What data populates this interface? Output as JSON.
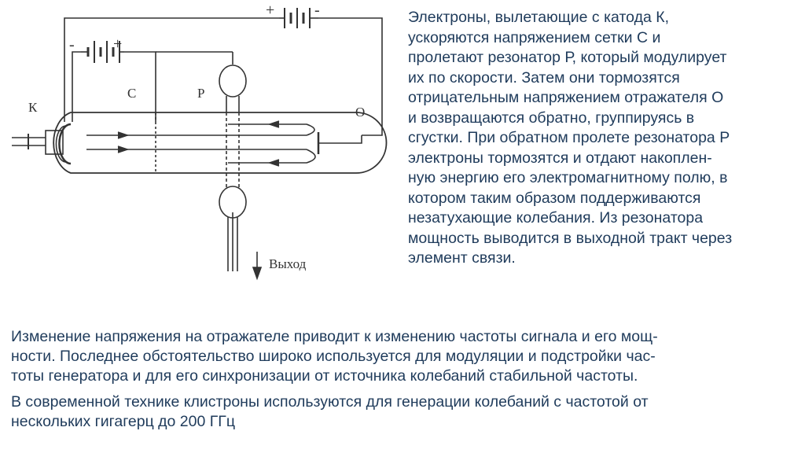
{
  "diagram": {
    "labels": {
      "cathode": "К",
      "grid": "С",
      "resonator": "Р",
      "reflector": "О",
      "output": "Выход"
    },
    "battery_top_signs": {
      "plus": "+",
      "minus": "-"
    },
    "battery_left_signs": {
      "minus": "-",
      "plus": "+"
    }
  },
  "right_text": {
    "lines": [
      "Электроны, вылетающие с катода К,",
      "ускоряются напряжением сетки С и",
      "пролетают резонатор Р, который модулирует",
      "их по скорости. Затем они тормозятся",
      "отрицательным напряжением отражателя О",
      "и возвращаются обратно, группируясь в",
      "сгустки. При обратном пролете резонатора Р",
      "электроны тормозятся и отдают накоплен-",
      "ную энергию его электромагнитному полю, в",
      "котором таким образом поддерживаются",
      "незатухающие колебания. Из резонатора",
      "мощность выводится в выходной тракт через",
      "элемент связи."
    ]
  },
  "bottom_text": {
    "para1": [
      "Изменение напряжения на отражателе приводит к изменению частоты сигнала и его мощ-",
      "ности. Последнее обстоятельство широко используется для модуляции и подстройки час-",
      "тоты генератора и для его синхронизации от источника колебаний стабильной частоты."
    ],
    "para2": [
      "В современной технике клистроны используются для генерации колебаний с частотой от",
      "нескольких гигагерц до 200 ГГц"
    ]
  }
}
